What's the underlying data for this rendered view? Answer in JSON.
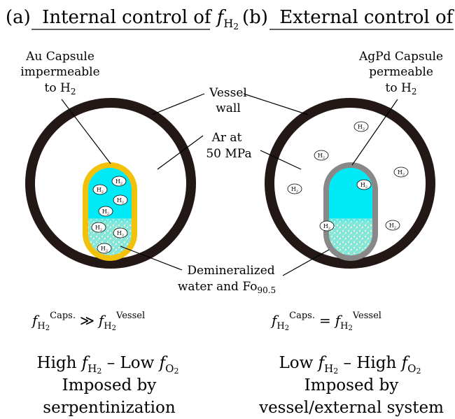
{
  "panel_a": {
    "title_prefix": "(a)",
    "title_text": "Internal control of ",
    "capsule_label": [
      "Au Capsule",
      "impermeable",
      "to H"
    ],
    "relation": "≫",
    "regime": [
      "High ",
      " – Low ",
      "Imposed by",
      "serpentinization"
    ]
  },
  "panel_b": {
    "title_prefix": "(b)",
    "title_text": "External control of ",
    "capsule_label": [
      "AgPd Capsule",
      "permeable",
      "to H"
    ],
    "relation": "=",
    "regime": [
      "Low ",
      " – High ",
      "Imposed by",
      "vessel/external system"
    ]
  },
  "shared": {
    "vessel_label": [
      "Vessel",
      "wall"
    ],
    "gas_label": [
      "Ar at",
      "50 MPa"
    ],
    "fluid_label": [
      "Demineralized",
      "water and Fo"
    ],
    "fluid_subscript": "90.5",
    "f_symbol": "f",
    "h2_sub": "H",
    "o2_sub": "O",
    "sub_2": "2",
    "caps_sup": "Caps.",
    "vessel_sup": "Vessel",
    "bubble_label": "H",
    "bubble_sub": "2"
  },
  "colors": {
    "vessel_wall": "#231815",
    "water": "#00eaf5",
    "au_capsule": "#f2c10a",
    "agpd_capsule": "#888888",
    "mineral": "#e8e6a8"
  }
}
